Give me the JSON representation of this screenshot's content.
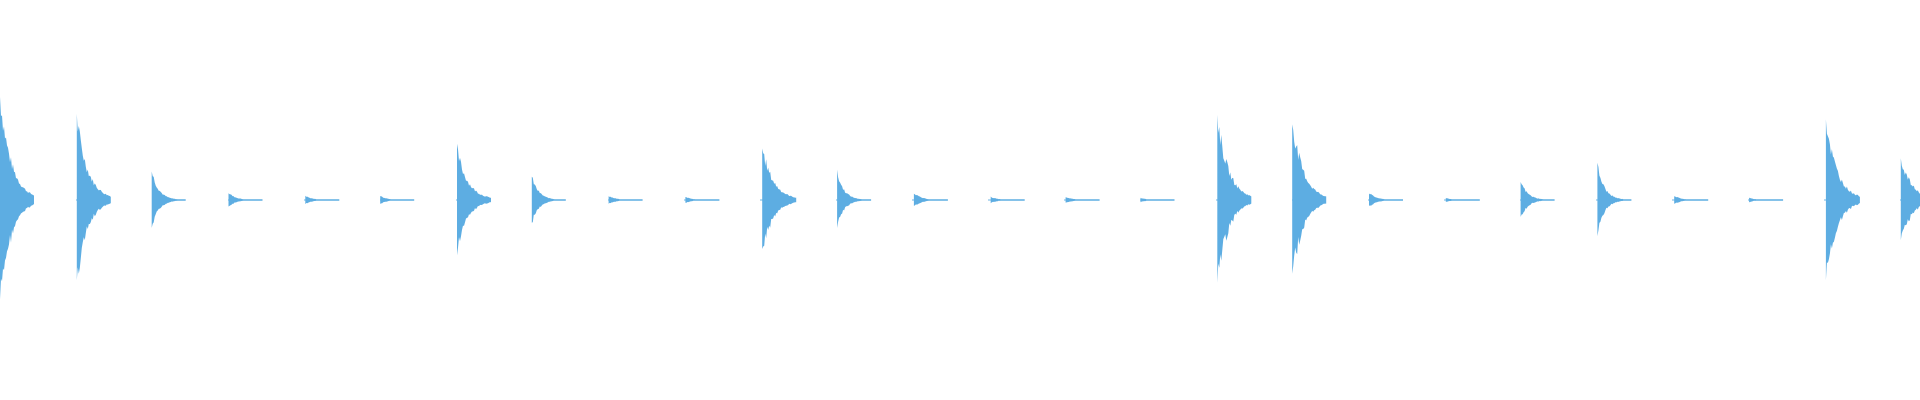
{
  "waveform": {
    "color": "#5dade2",
    "onsets": [
      {
        "t": 0.0,
        "amp": 1.0
      },
      {
        "t": 0.04,
        "amp": 0.78
      },
      {
        "t": 0.079,
        "amp": 0.28
      },
      {
        "t": 0.119,
        "amp": 0.07
      },
      {
        "t": 0.159,
        "amp": 0.04
      },
      {
        "t": 0.198,
        "amp": 0.04
      },
      {
        "t": 0.238,
        "amp": 0.48
      },
      {
        "t": 0.277,
        "amp": 0.22
      },
      {
        "t": 0.317,
        "amp": 0.04
      },
      {
        "t": 0.357,
        "amp": 0.03
      },
      {
        "t": 0.397,
        "amp": 0.5
      },
      {
        "t": 0.436,
        "amp": 0.26
      },
      {
        "t": 0.476,
        "amp": 0.07
      },
      {
        "t": 0.516,
        "amp": 0.03
      },
      {
        "t": 0.555,
        "amp": 0.03
      },
      {
        "t": 0.594,
        "amp": 0.02
      },
      {
        "t": 0.634,
        "amp": 0.8
      },
      {
        "t": 0.673,
        "amp": 0.76
      },
      {
        "t": 0.713,
        "amp": 0.07
      },
      {
        "t": 0.753,
        "amp": 0.02
      },
      {
        "t": 0.792,
        "amp": 0.18
      },
      {
        "t": 0.832,
        "amp": 0.33
      },
      {
        "t": 0.872,
        "amp": 0.04
      },
      {
        "t": 0.911,
        "amp": 0.02
      },
      {
        "t": 0.951,
        "amp": 0.78
      },
      {
        "t": 0.99,
        "amp": 0.4
      }
    ]
  }
}
